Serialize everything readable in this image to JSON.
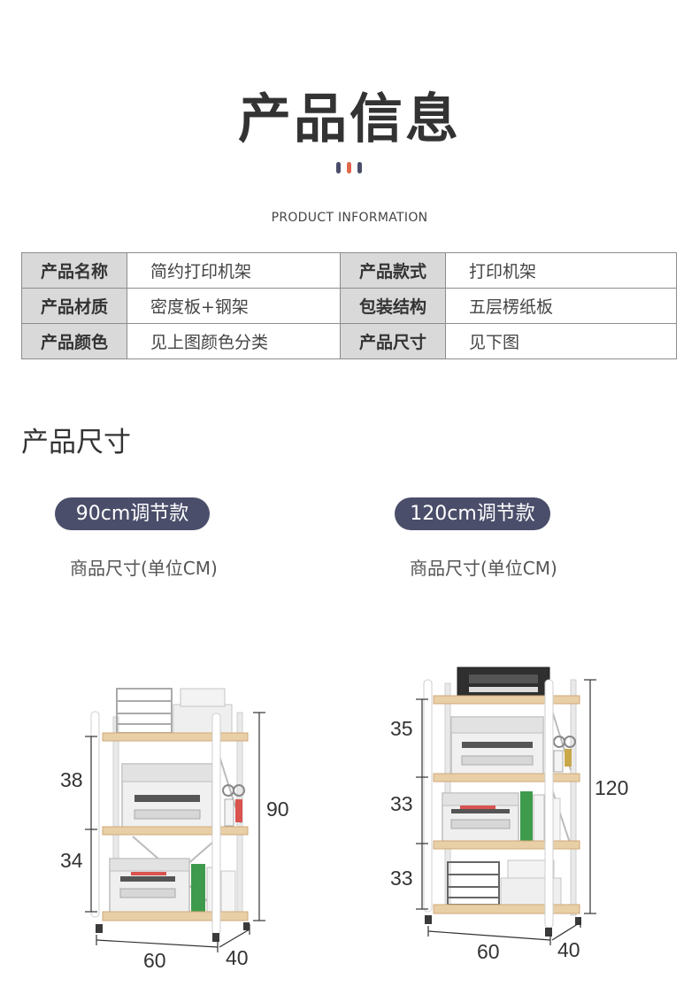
{
  "header": {
    "title": "产品信息",
    "subtitle": "PRODUCT INFORMATION",
    "deco_colors": [
      "#4a4e6a",
      "#e0674a",
      "#4a4e6a"
    ]
  },
  "info_table": {
    "rows": [
      [
        {
          "key": "产品名称",
          "value": "简约打印机架"
        },
        {
          "key": "产品款式",
          "value": "打印机架"
        }
      ],
      [
        {
          "key": "产品材质",
          "value": "密度板+钢架"
        },
        {
          "key": "包装结构",
          "value": "五层楞纸板"
        }
      ],
      [
        {
          "key": "产品颜色",
          "value": "见上图颜色分类"
        },
        {
          "key": "产品尺寸",
          "value": "见下图"
        }
      ]
    ]
  },
  "size_section": {
    "title": "产品尺寸",
    "left": {
      "badge": "90cm调节款",
      "unit_label": "商品尺寸(单位CM)",
      "heights": [
        "38",
        "34"
      ],
      "total_height": "90",
      "width": "60",
      "depth": "40"
    },
    "right": {
      "badge": "120cm调节款",
      "unit_label": "商品尺寸(单位CM)",
      "heights": [
        "35",
        "33",
        "33"
      ],
      "total_height": "120",
      "width": "60",
      "depth": "40"
    }
  },
  "colors": {
    "badge_bg": "#4a4e6a",
    "table_key_bg": "#d9d9d9",
    "shelf_wood": "#e8cfa6",
    "frame": "#ffffff"
  }
}
